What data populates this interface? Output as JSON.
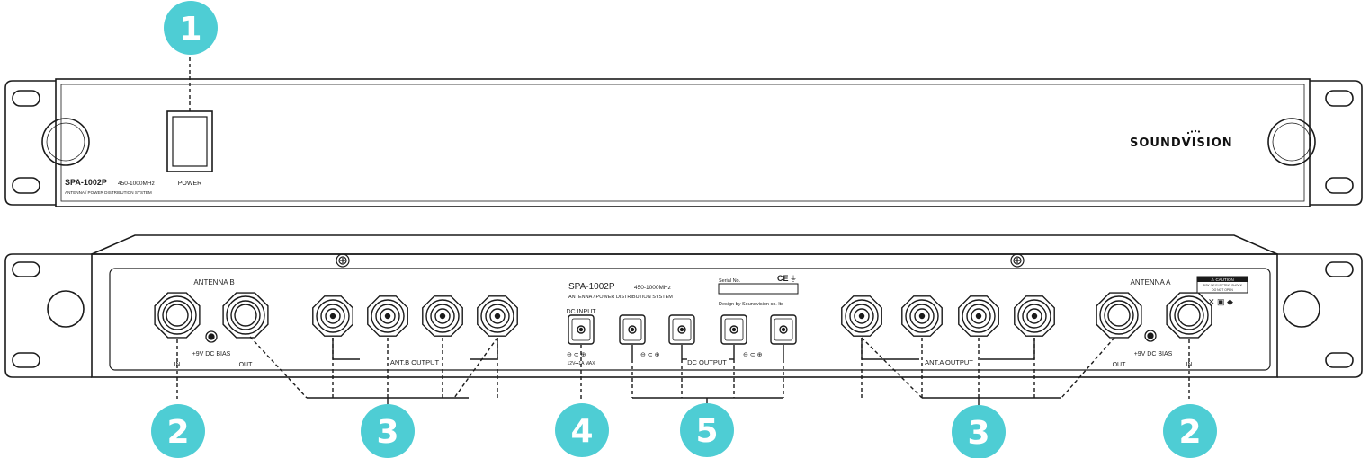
{
  "front": {
    "model": "SPA-1002P",
    "freq": "450-1000MHz",
    "subtitle": "ANTENNA / POWER DISTRIBUTION SYSTEM",
    "power_label": "POWER",
    "brand": "SOUNDVISION"
  },
  "rear": {
    "antenna_b": "ANTENNA B",
    "antenna_a": "ANTENNA A",
    "in_label": "IN",
    "out_label": "OUT",
    "dc_bias": "+9V DC BIAS",
    "ant_b_output": "ANT.B OUTPUT",
    "ant_a_output": "ANT.A OUTPUT",
    "dc_input": "DC INPUT",
    "dc_input_spec": "12V⎓1A MAX",
    "dc_output": "DC OUTPUT",
    "model": "SPA-1002P",
    "freq": "450-1000MHz",
    "subtitle": "ANTENNA / POWER DISTRIBUTION SYSTEM",
    "serial": "Serial No.",
    "design": "Design by Soundvision co. ltd",
    "ce": "CE",
    "caution_title": "⚠ CAUTION",
    "caution_line1": "RISK OF ELECTRIC SHOCK",
    "caution_line2": "DO NOT OPEN"
  },
  "callouts": [
    "1",
    "2",
    "3",
    "4",
    "5",
    "3",
    "2"
  ],
  "colors": {
    "badge": "#4ecdd4",
    "line": "#1a1a1a"
  }
}
